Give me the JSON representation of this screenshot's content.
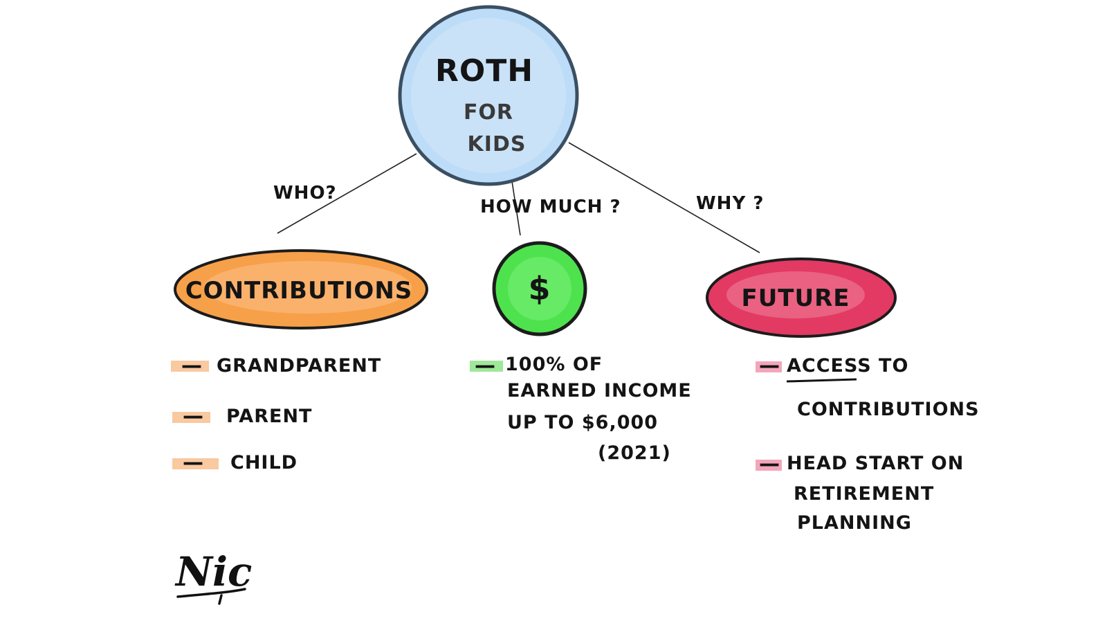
{
  "center": {
    "title": "Roth",
    "subtitle_1": "For",
    "subtitle_2": "Kids"
  },
  "branches": {
    "left": {
      "question": "Who?",
      "node_label": "Contributions",
      "items": [
        "Grandparent",
        "Parent",
        "Child"
      ]
    },
    "middle": {
      "question": "How Much ?",
      "node_label": "$",
      "items": [
        "100% of",
        "Earned Income",
        "up to $6,000",
        "(2021)"
      ]
    },
    "right": {
      "question": "Why ?",
      "node_label": "Future",
      "items": [
        "Access To",
        "Contributions",
        "Head Start on",
        "Retirement",
        "Planning"
      ]
    }
  },
  "dash": "—",
  "signature": "Nic",
  "colors": {
    "center_fill": "#bcdcf7",
    "orange_fill": "#f7a04a",
    "green_fill": "#4ee34e",
    "red_fill": "#e23a63",
    "orange_highlight": "#f9c9a0",
    "green_highlight": "#9fe89a",
    "pink_highlight": "#f3a6bb",
    "outline": "#1c1c1c",
    "center_outline": "#3b4f63"
  },
  "icons": [
    "signature-icon"
  ]
}
